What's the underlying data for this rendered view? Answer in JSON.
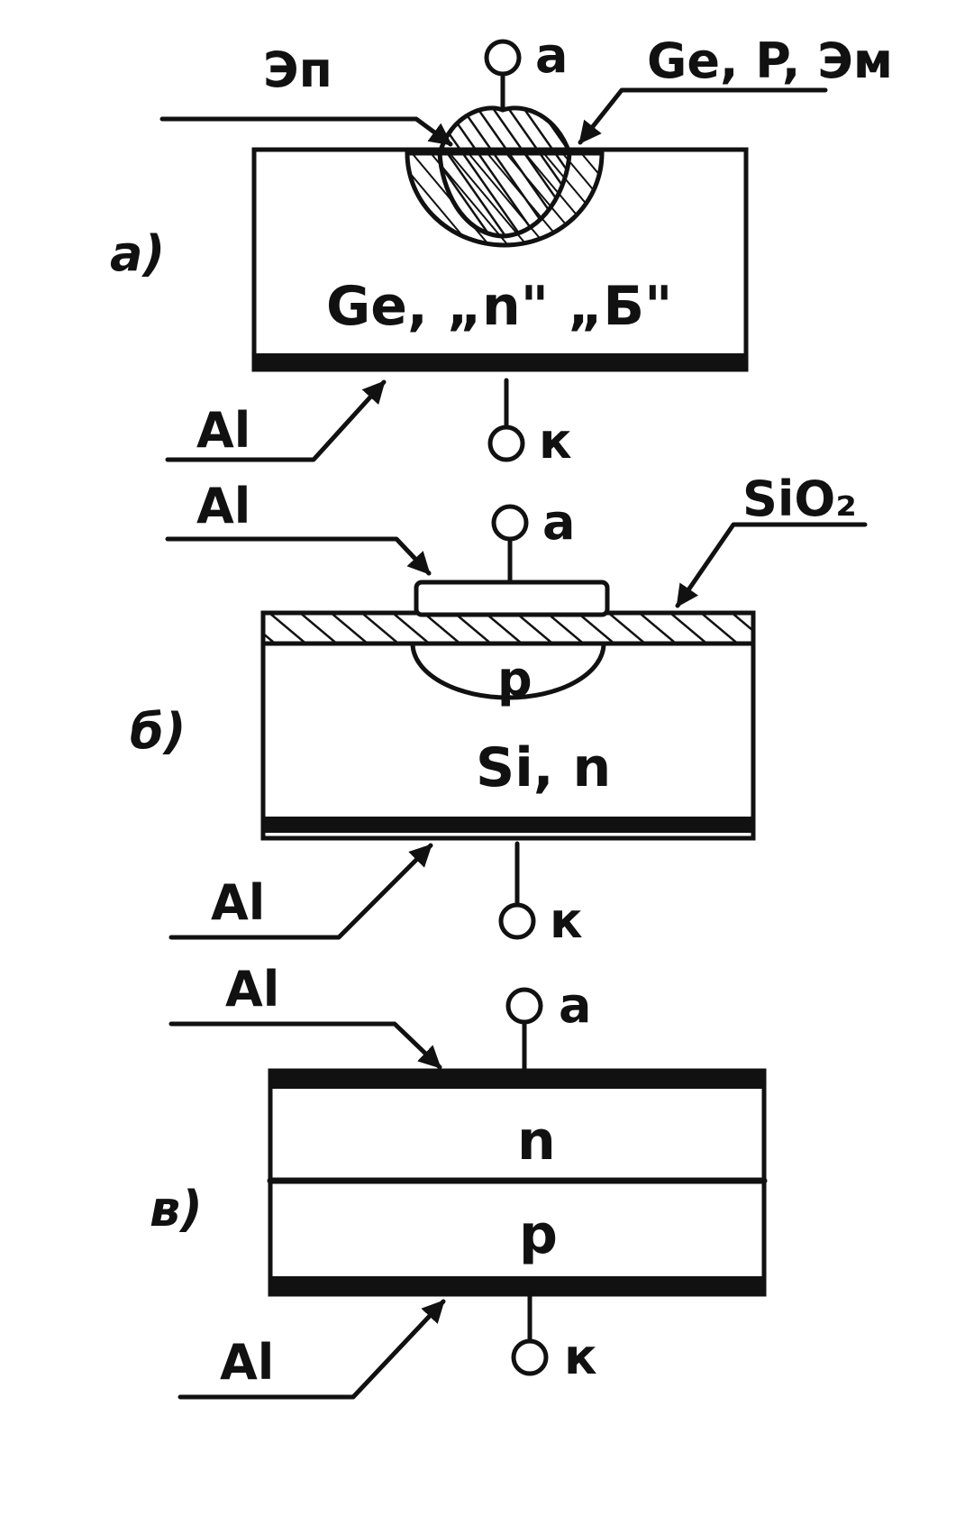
{
  "diagrams": [
    {
      "part_label": "а)",
      "anode_label": "а",
      "cathode_label": "к",
      "labels": {
        "electrode_left": "Эп",
        "electrode_right": "Ge, P, Эм",
        "body": "Ge, „n\" „Б\"",
        "contact_bottom": "Al"
      }
    },
    {
      "part_label": "б)",
      "anode_label": "а",
      "cathode_label": "к",
      "labels": {
        "contact_top": "Al",
        "oxide": "SiO₂",
        "p_region": "p",
        "body": "Si, n",
        "contact_bottom": "Al"
      }
    },
    {
      "part_label": "в)",
      "anode_label": "а",
      "cathode_label": "к",
      "labels": {
        "contact_top": "Al",
        "n_layer": "n",
        "p_layer": "p",
        "contact_bottom": "Al"
      }
    }
  ],
  "colors": {
    "ink": "#111111",
    "paper": "#ffffff"
  }
}
